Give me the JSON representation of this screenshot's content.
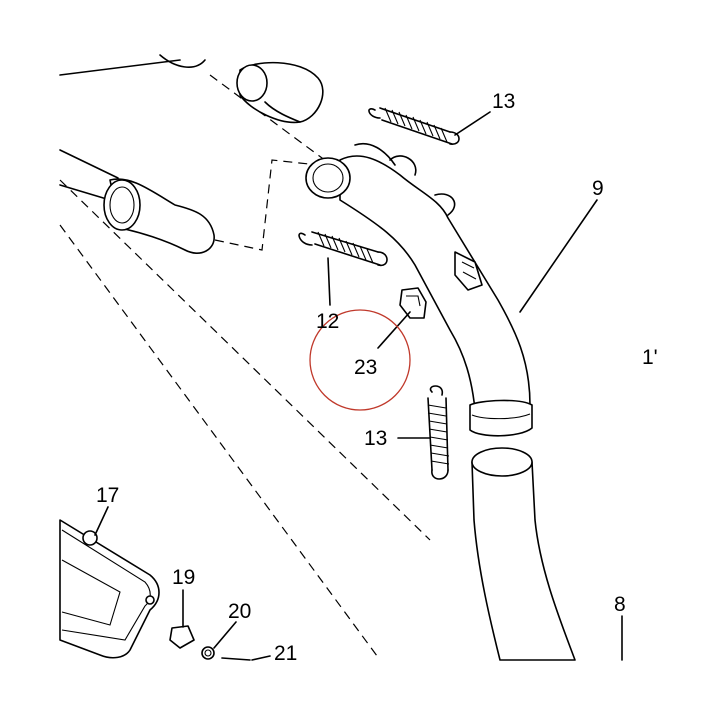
{
  "callouts": {
    "c13_top": "13",
    "c9": "9",
    "c12": "12",
    "c23": "23",
    "c11": "1'",
    "c13_mid": "13",
    "c17": "17",
    "c19": "19",
    "c20": "20",
    "c21": "21",
    "c8": "8"
  },
  "colors": {
    "line": "#000000",
    "highlight_circle": "#c0392b",
    "background": "#ffffff"
  }
}
